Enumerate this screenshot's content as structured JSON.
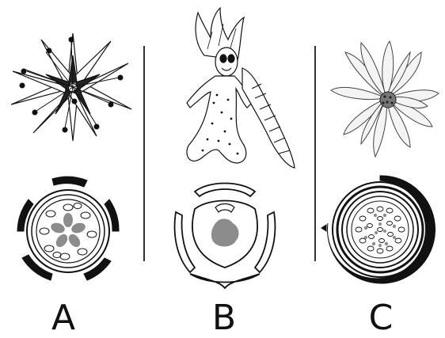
{
  "panels": [
    {
      "id": "A",
      "label": "A",
      "flower_icon": "star-flower-drawing-icon",
      "diagram_icon": "floral-diagram-pentamerous-icon"
    },
    {
      "id": "B",
      "label": "B",
      "flower_icon": "orchid-flower-drawing-icon",
      "diagram_icon": "floral-diagram-trimerous-icon"
    },
    {
      "id": "C",
      "label": "C",
      "flower_icon": "many-petal-flower-drawing-icon",
      "diagram_icon": "floral-diagram-spiral-icon"
    }
  ],
  "colors": {
    "ink": "#111111",
    "fill_gray": "#8c8c8c",
    "divider": "#333333",
    "background": "#ffffff"
  }
}
